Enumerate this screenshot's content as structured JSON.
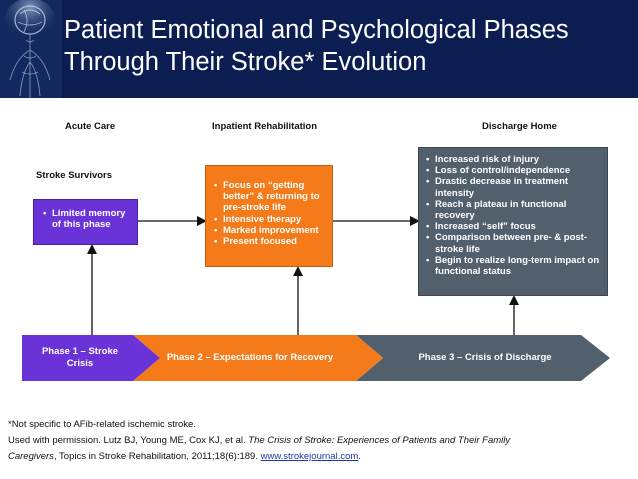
{
  "header": {
    "title_line1": "Patient Emotional and Psychological Phases",
    "title_line2": "Through Their Stroke* Evolution"
  },
  "columns": {
    "acute_care": "Acute Care",
    "inpatient_rehab": "Inpatient Rehabilitation",
    "discharge_home": "Discharge Home"
  },
  "row_label": "Stroke Survivors",
  "boxes": {
    "acute": {
      "items": [
        "Limited memory of this phase"
      ],
      "color": "#6a33d8"
    },
    "rehab": {
      "items": [
        "Focus on “getting better” & returning to pre-stroke life",
        "Intensive therapy",
        "Marked improvement",
        "Present focused"
      ],
      "color": "#f47a1a"
    },
    "discharge": {
      "items": [
        "Increased risk of injury",
        "Loss of control/independence",
        "Drastic decrease in treatment intensity",
        "Reach a plateau in functional recovery",
        "Increased “self” focus",
        "Comparison between pre- & post-stroke life",
        "Begin to realize long-term impact on functional status"
      ],
      "color": "#52606e"
    }
  },
  "phases": [
    {
      "label": "Phase 1 – Stroke Crisis",
      "color": "#6a33d8"
    },
    {
      "label": "Phase 2 – Expectations for Recovery",
      "color": "#f47a1a"
    },
    {
      "label": "Phase 3 – Crisis of Discharge",
      "color": "#52606e"
    }
  ],
  "footnote": {
    "line1": "*Not specific to AFib-related ischemic stroke.",
    "line2_pre": " Used with permission. Lutz BJ, Young ME, Cox KJ, et al. ",
    "line2_italic": "The Crisis of Stroke: Experiences of Patients and Their Family",
    "line3_italic": "Caregivers",
    "line3_mid": ", Topics in Stroke Rehabilitation, 2011;18(6):189. ",
    "link": "www.strokejournal.com",
    "line3_end": "."
  },
  "colors": {
    "header_bg": "#0c1d52",
    "arrow": "#111111"
  }
}
